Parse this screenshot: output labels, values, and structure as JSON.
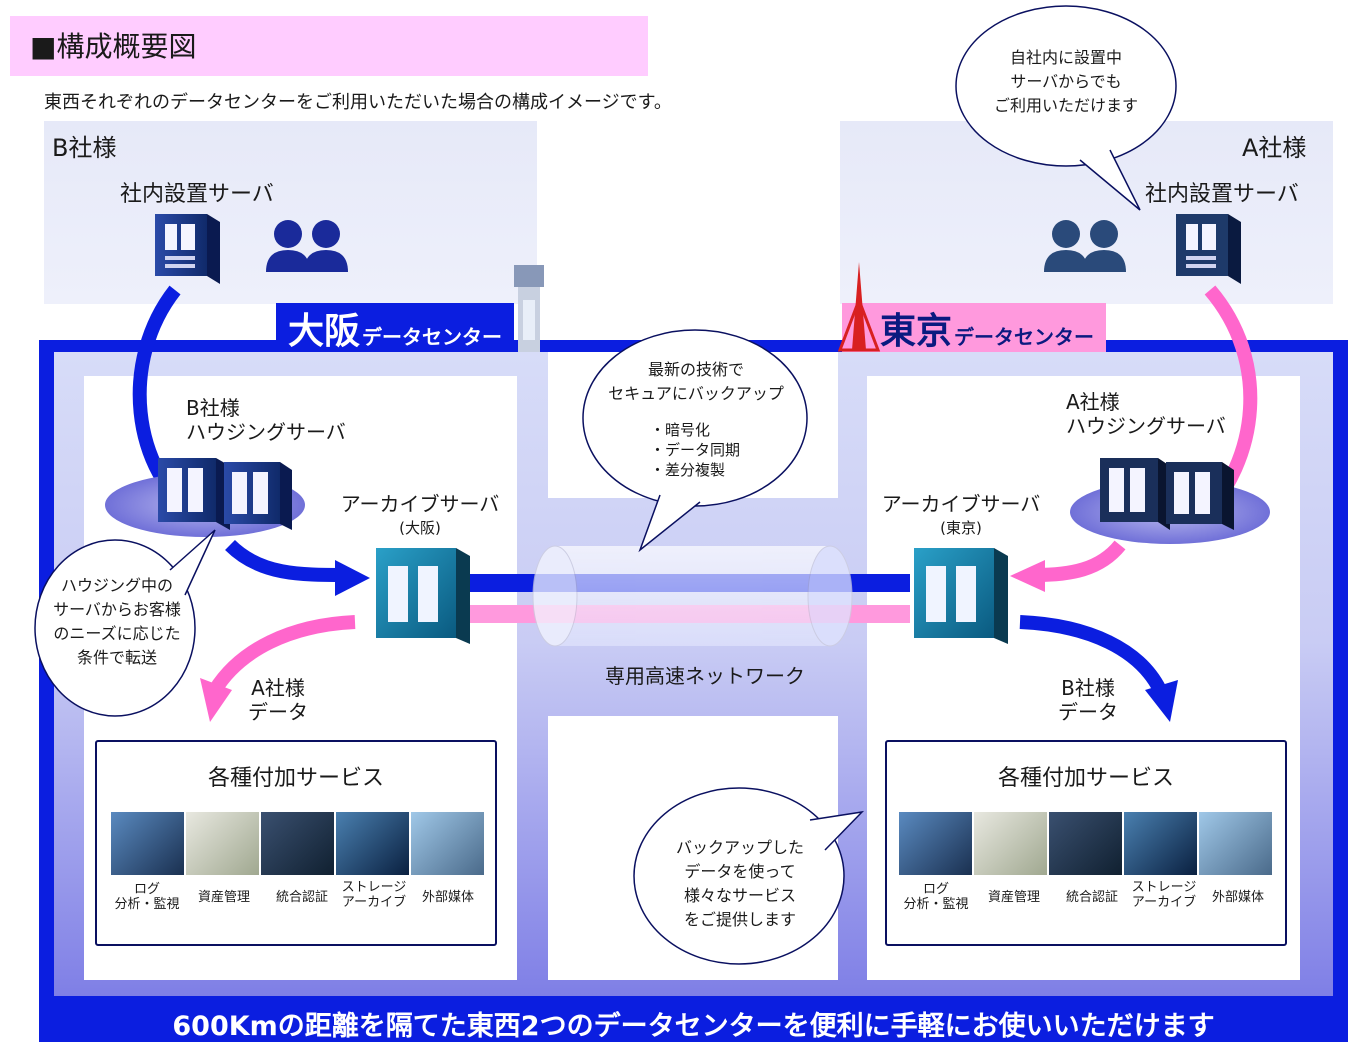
{
  "header": {
    "title": "■構成概要図",
    "subtitle": "東西それぞれのデータセンターをご利用いただいた場合の構成イメージです。"
  },
  "customers": {
    "b": {
      "name": "B社様",
      "server": "社内設置サーバ"
    },
    "a": {
      "name": "A社様",
      "server": "社内設置サーバ"
    }
  },
  "bubbles": {
    "a_inhouse": [
      "自社内に設置中",
      "サーバからでも",
      "ご利用いただけます"
    ],
    "network": [
      "最新の技術で",
      "セキュアにバックアップ"
    ],
    "network_items": [
      "・暗号化",
      "・データ同期",
      "・差分複製"
    ],
    "housing": [
      "ハウジング中の",
      "サーバからお客様",
      "のニーズに応じた",
      "条件で転送"
    ],
    "service": [
      "バックアップした",
      "データを使って",
      "様々なサービス",
      "をご提供します"
    ]
  },
  "datacenters": {
    "osaka": {
      "city": "大阪",
      "suffix": "データセンター"
    },
    "tokyo": {
      "city": "東京",
      "suffix": "データセンター"
    }
  },
  "housing": {
    "b": {
      "line1": "B社様",
      "line2": "ハウジングサーバ"
    },
    "a": {
      "line1": "A社様",
      "line2": "ハウジングサーバ"
    }
  },
  "archive": {
    "osaka": {
      "label": "アーカイブサーバ",
      "sub": "(大阪)"
    },
    "tokyo": {
      "label": "アーカイブサーバ",
      "sub": "(東京)"
    }
  },
  "network_label": "専用高速ネットワーク",
  "data_labels": {
    "osaka": {
      "line1": "A社様",
      "line2": "データ"
    },
    "tokyo": {
      "line1": "B社様",
      "line2": "データ"
    }
  },
  "services": {
    "title": "各種付加サービス",
    "items": [
      {
        "l1": "ログ",
        "l2": "分析・監視"
      },
      {
        "l1": "資産管理",
        "l2": ""
      },
      {
        "l1": "統合認証",
        "l2": ""
      },
      {
        "l1": "ストレージ",
        "l2": "アーカイブ"
      },
      {
        "l1": "外部媒体",
        "l2": ""
      }
    ]
  },
  "footer": "600Kmの距離を隔てた東西2つのデータセンターを便利に手軽にお使いいただけます",
  "colors": {
    "blue": "#0b1ee0",
    "pink": "#ff66cc",
    "title_bg": "#ffccff"
  }
}
